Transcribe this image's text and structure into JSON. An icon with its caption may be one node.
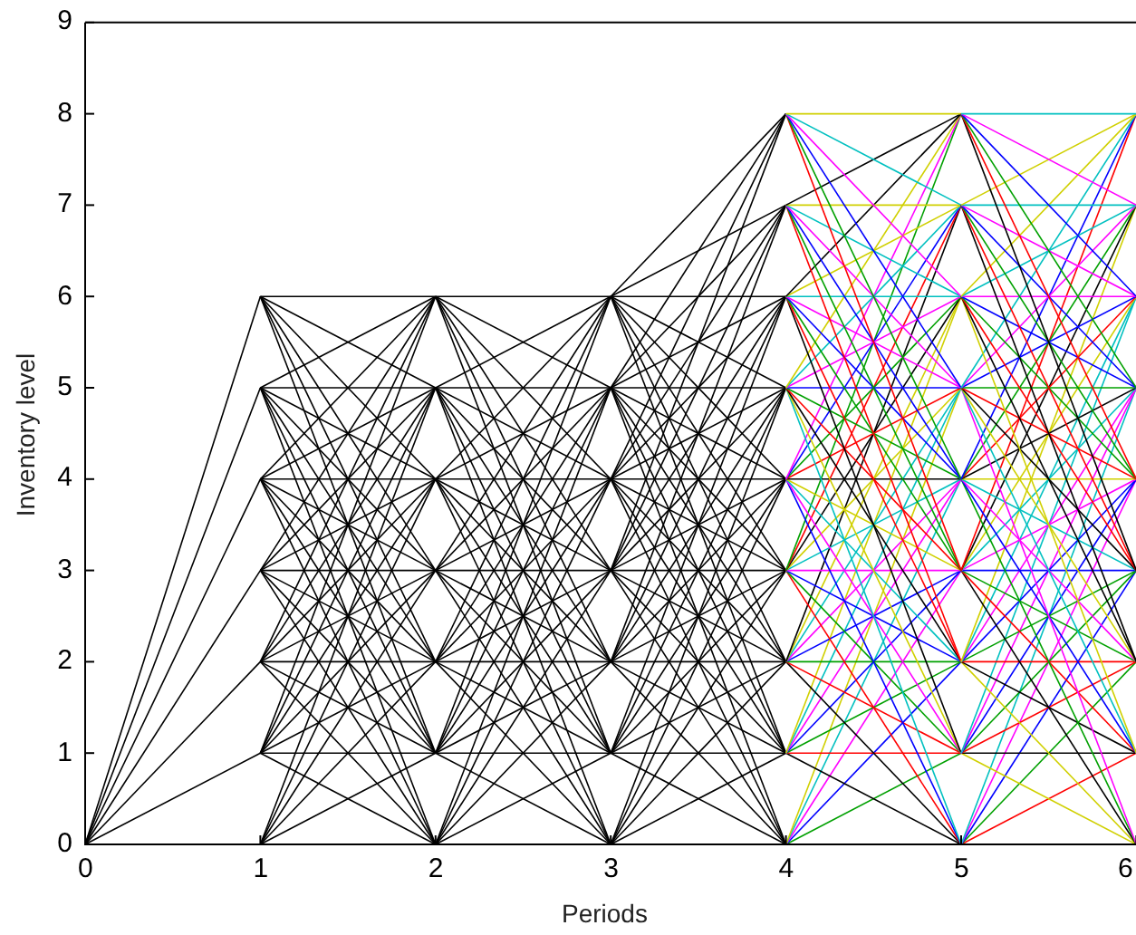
{
  "diagram": {
    "labels": [
      "Inventory level",
      "9",
      "8",
      "7",
      "6",
      "5",
      "4",
      "3",
      "2",
      "1",
      "0",
      "0",
      "1",
      "2",
      "3",
      "4",
      "5",
      "6",
      "Periods"
    ]
  }
}
